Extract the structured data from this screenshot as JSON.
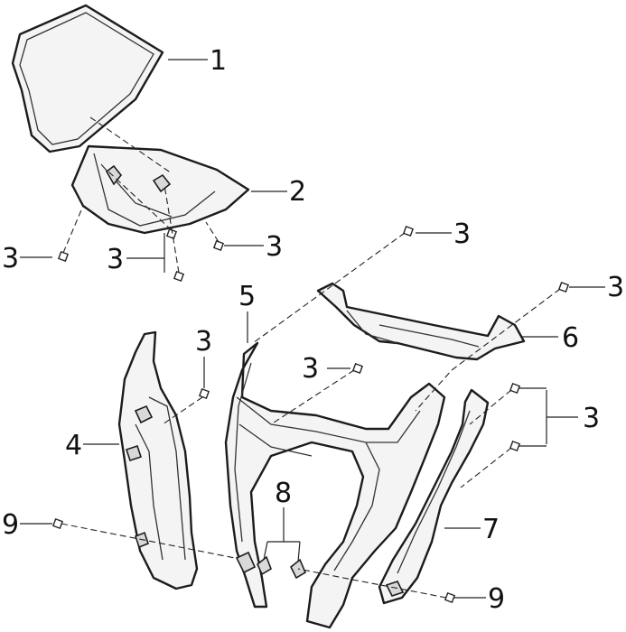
{
  "callouts": {
    "c1": "1",
    "c2": "2",
    "c3a": "3",
    "c3b": "3",
    "c3c": "3",
    "c3d": "3",
    "c3e": "3",
    "c3f": "3",
    "c3g": "3",
    "c3h": "3",
    "c4": "4",
    "c5": "5",
    "c6": "6",
    "c7": "7",
    "c8": "8",
    "c9a": "9",
    "c9b": "9"
  }
}
